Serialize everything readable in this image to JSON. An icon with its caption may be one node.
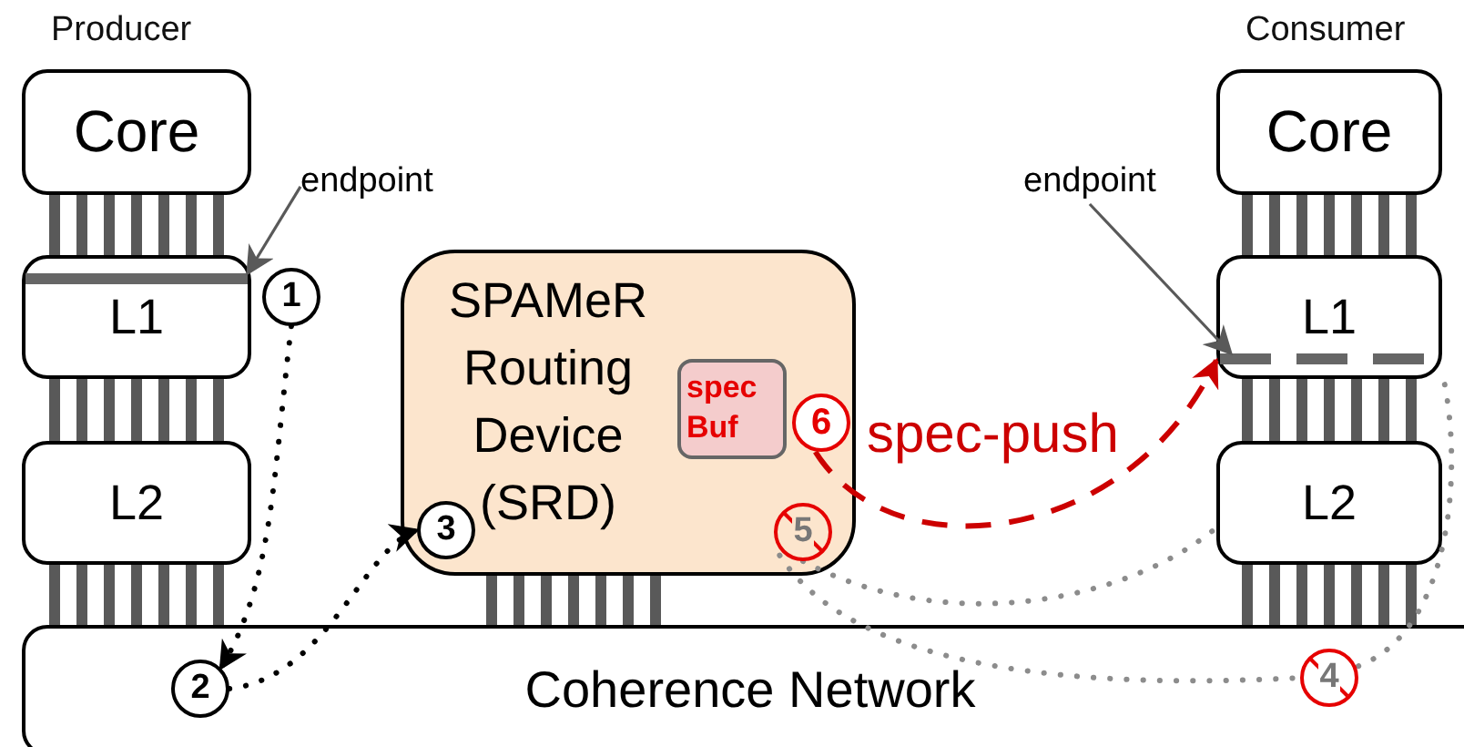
{
  "diagram": {
    "nodes": [
      {
        "text": [
          "Core"
        ],
        "beside": [
          "Producer"
        ]
      },
      {
        "text": [
          "L1"
        ]
      },
      {
        "text": [
          "L2"
        ]
      },
      {
        "text": [
          "SPAMeR Routing Device (SRD)"
        ]
      },
      {
        "text": [
          "spec Buf"
        ],
        "in": 3
      },
      {
        "text": [
          "Coherence Network"
        ]
      },
      {
        "text": [
          "Core"
        ],
        "beside": [
          "Consumer"
        ]
      },
      {
        "text": [
          "L1"
        ]
      },
      {
        "text": [
          "L2"
        ]
      },
      {
        "text": [
          "1"
        ]
      },
      {
        "text": [
          "2"
        ],
        "in": 5
      },
      {
        "text": [
          "3"
        ],
        "in": 3
      },
      {
        "text": [
          "6"
        ],
        "in": 3
      },
      {
        "text": [
          "5"
        ],
        "in": 3
      },
      {
        "text": [
          "4"
        ],
        "in": 5
      },
      {
        "text": [
          "endpoint"
        ]
      },
      {
        "text": [],
        "shape": "bar",
        "in": 1
      },
      {
        "text": [
          "endpoint"
        ]
      },
      {
        "text": [],
        "shape": "bar",
        "in": 7
      }
    ],
    "edges": [
      {
        "from": 0,
        "to": 1,
        "arrow": "none",
        "style": "thick"
      },
      {
        "from": 1,
        "to": 2,
        "arrow": "none",
        "style": "thick"
      },
      {
        "from": 2,
        "to": 5,
        "arrow": "none",
        "style": "thick"
      },
      {
        "from": 3,
        "to": 5,
        "arrow": "none",
        "style": "thick"
      },
      {
        "from": 6,
        "to": 7,
        "arrow": "none",
        "style": "thick"
      },
      {
        "from": 7,
        "to": 8,
        "arrow": "none",
        "style": "thick"
      },
      {
        "from": 8,
        "to": 5,
        "arrow": "none",
        "style": "thick"
      },
      {
        "from": 15,
        "to": 16,
        "arrow": "to"
      },
      {
        "from": 17,
        "to": 18,
        "arrow": "to"
      },
      {
        "from": 9,
        "to": 10,
        "arrow": "to",
        "style": "dashed",
        "color": "#000000"
      },
      {
        "from": 10,
        "to": 11,
        "arrow": "to",
        "style": "dashed",
        "color": "#000000"
      },
      {
        "from": 12,
        "to": 7,
        "arrow": "to",
        "style": "dashed",
        "color": "#cc0000",
        "label": "spec-push"
      },
      {
        "from": 13,
        "to": 8,
        "arrow": "none",
        "style": "dashed",
        "color": "#8c8c8c"
      },
      {
        "from": 13,
        "to": 14,
        "arrow": "none",
        "style": "dashed",
        "color": "#8c8c8c"
      },
      {
        "from": 14,
        "to": 7,
        "arrow": "none",
        "style": "dashed",
        "color": "#8c8c8c"
      }
    ]
  }
}
